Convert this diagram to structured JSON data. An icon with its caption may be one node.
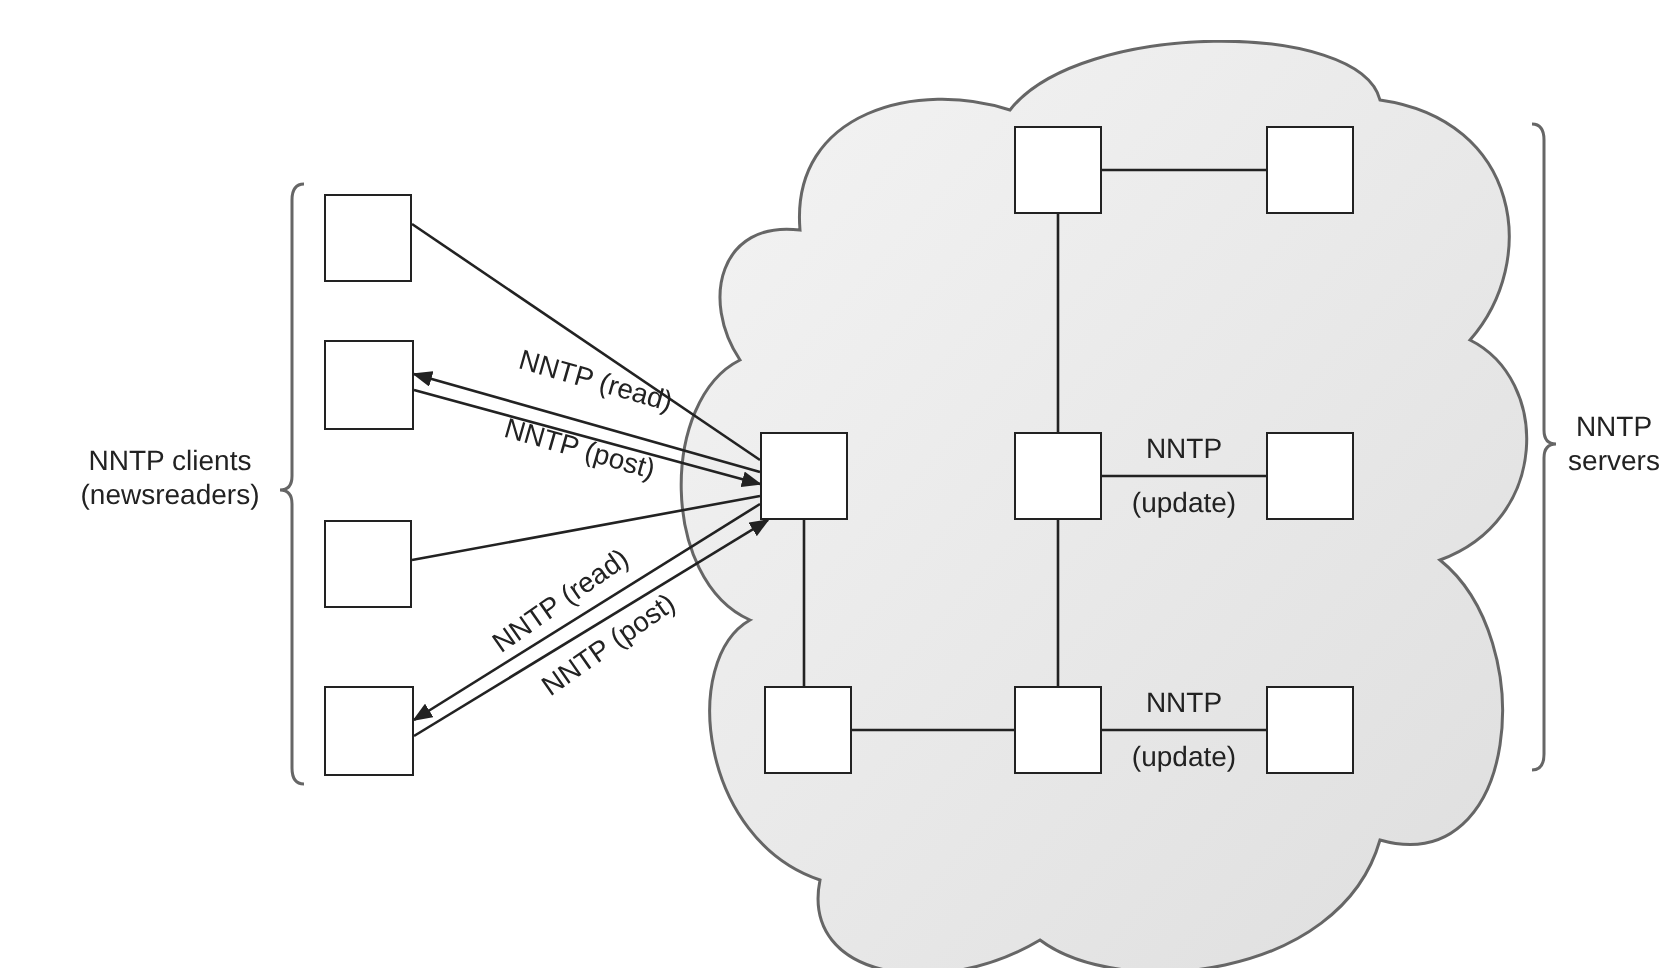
{
  "diagram": {
    "nodes": [
      {
        "text": [],
        "shape": "box"
      },
      {
        "text": [],
        "shape": "box"
      },
      {
        "text": [],
        "shape": "box"
      },
      {
        "text": [],
        "shape": "box"
      },
      {
        "text": [],
        "shape": "cloud"
      },
      {
        "text": [],
        "shape": "box",
        "in": 4
      },
      {
        "text": [],
        "shape": "box",
        "in": 4
      },
      {
        "text": [],
        "shape": "box",
        "in": 4
      },
      {
        "text": [],
        "shape": "box",
        "in": 4
      },
      {
        "text": [],
        "shape": "box",
        "in": 4
      },
      {
        "text": [],
        "shape": "box",
        "in": 4
      },
      {
        "text": [],
        "shape": "box",
        "in": 4
      },
      {
        "text": [],
        "shape": "box",
        "in": 4
      }
    ],
    "edges": [
      {
        "from": 0,
        "to": 7,
        "arrow": "none"
      },
      {
        "from": 7,
        "to": 1,
        "arrow": "to",
        "label": "NNTP (read)"
      },
      {
        "from": 1,
        "to": 7,
        "arrow": "to",
        "label": "NNTP (post)"
      },
      {
        "from": 2,
        "to": 7,
        "arrow": "none"
      },
      {
        "from": 7,
        "to": 3,
        "arrow": "to",
        "label": "NNTP (read)"
      },
      {
        "from": 3,
        "to": 7,
        "arrow": "to",
        "label": "NNTP (post)"
      },
      {
        "from": 7,
        "to": 10,
        "arrow": "none"
      },
      {
        "from": 10,
        "to": 11,
        "arrow": "none"
      },
      {
        "from": 11,
        "to": 8,
        "arrow": "none"
      },
      {
        "from": 8,
        "to": 5,
        "arrow": "none"
      },
      {
        "from": 5,
        "to": 6,
        "arrow": "none"
      },
      {
        "from": 8,
        "to": 9,
        "arrow": "none",
        "label": "NNTP (update)"
      },
      {
        "from": 11,
        "to": 12,
        "arrow": "none",
        "label": "NNTP (update)"
      }
    ],
    "labels": [
      "NNTP clients (newsreaders)",
      "NNTP servers"
    ]
  }
}
